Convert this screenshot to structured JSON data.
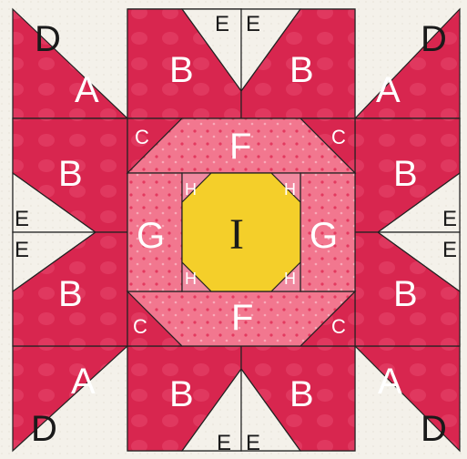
{
  "colors": {
    "background": "#f4f1ea",
    "red": "#d8264f",
    "red_dot": "#e44a6e",
    "pink_ring": "#f2778f",
    "pink_inner": "#f08aa0",
    "yellow": "#f4cf2a",
    "seam": "#222222"
  },
  "labels": {
    "A": "A",
    "B": "B",
    "C": "C",
    "D": "D",
    "E": "E",
    "F": "F",
    "G": "G",
    "H": "H",
    "I": "I"
  }
}
